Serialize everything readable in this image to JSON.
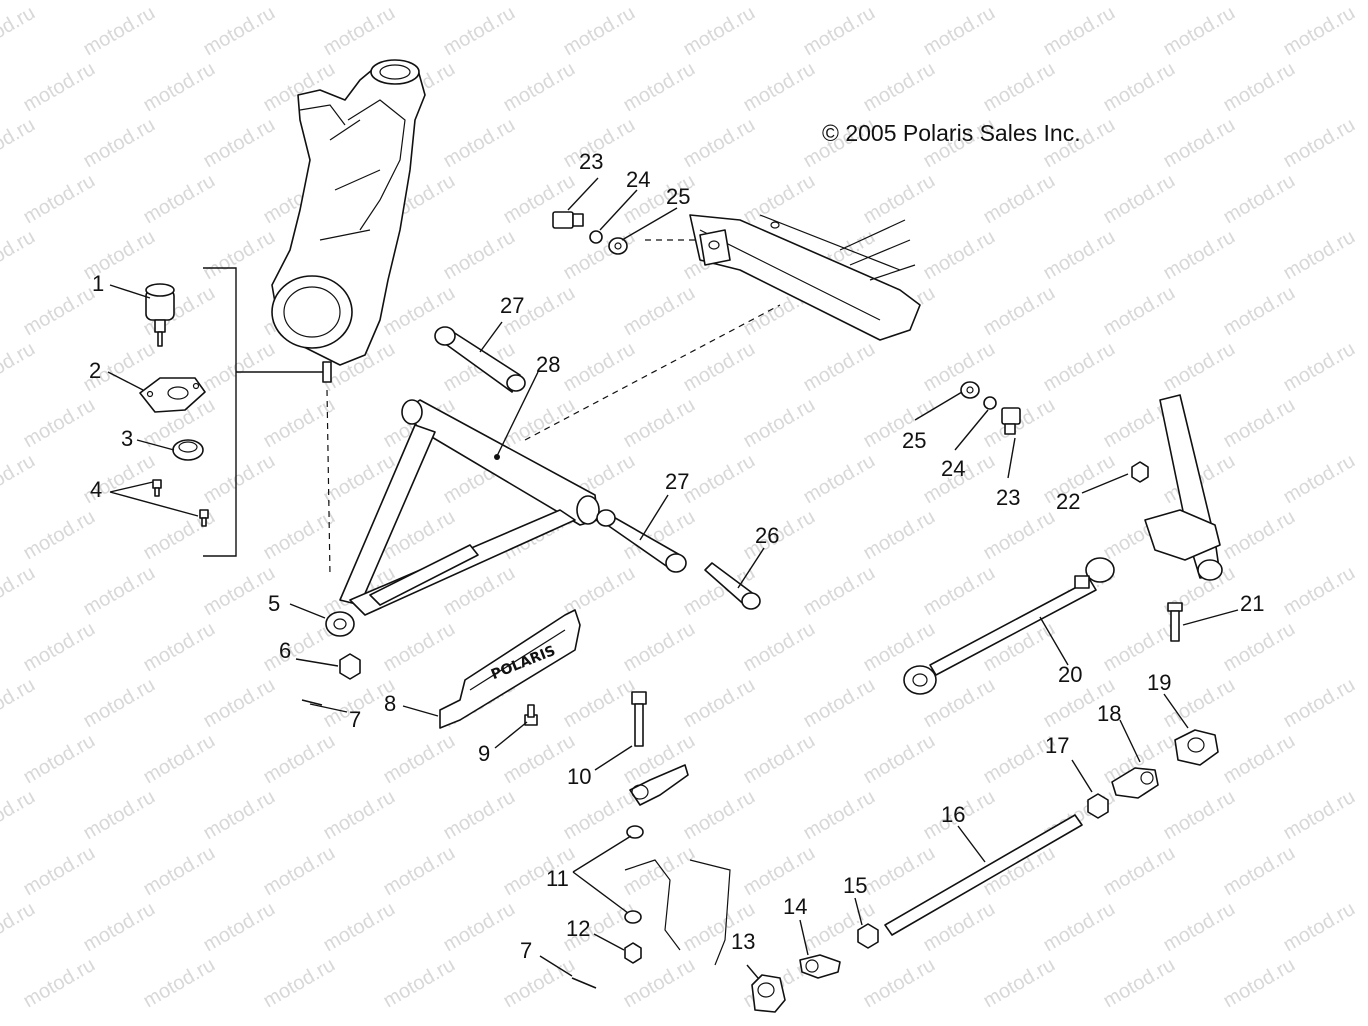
{
  "copyright": "© 2005 Polaris Sales Inc.",
  "watermark": "motod.ru",
  "brand_on_skid_plate": "POLARIS",
  "callouts": [
    "1",
    "2",
    "3",
    "4",
    "5",
    "6",
    "7",
    "8",
    "9",
    "10",
    "11",
    "12",
    "7",
    "13",
    "14",
    "15",
    "16",
    "17",
    "18",
    "19",
    "20",
    "21",
    "22",
    "23",
    "24",
    "25",
    "25",
    "24",
    "23",
    "26",
    "27",
    "27",
    "28"
  ],
  "colors": {
    "line": "#111111",
    "watermark": "#d8d8d8",
    "background": "#ffffff"
  }
}
